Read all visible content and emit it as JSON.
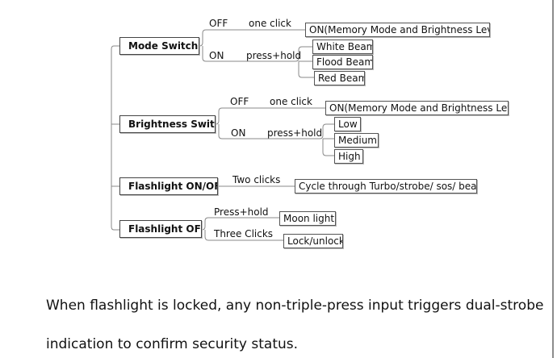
{
  "mode_switch": {
    "title": "Mode Switch",
    "off_label": "OFF",
    "off_action": "one click",
    "off_result": "ON(Memory Mode and Brightness Level )",
    "on_label": "ON",
    "on_action": "press+hold",
    "on_results": [
      "White Beam",
      "Flood Beam",
      "Red Beam"
    ]
  },
  "brightness_switch": {
    "title": "Brightness Switch",
    "off_label": "OFF",
    "off_action": "one click",
    "off_result": "ON(Memory Mode and Brightness Level)",
    "on_label": "ON",
    "on_action": "press+hold",
    "on_results": [
      "Low",
      "Medium",
      "High"
    ]
  },
  "flashlight_on_off": {
    "title": "Flashlight ON/OFF",
    "action": "Two clicks",
    "result": "Cycle through Turbo/strobe/ sos/ beacon"
  },
  "flashlight_off": {
    "title": "Flashlight OFF",
    "action1": "Press+hold",
    "result1": "Moon light",
    "action2": "Three Clicks",
    "result2": "Lock/unlock"
  },
  "caption": {
    "line1": "When flashlight is locked, any non-triple-press input triggers dual-strobe",
    "line2": "indication to confirm security status."
  }
}
